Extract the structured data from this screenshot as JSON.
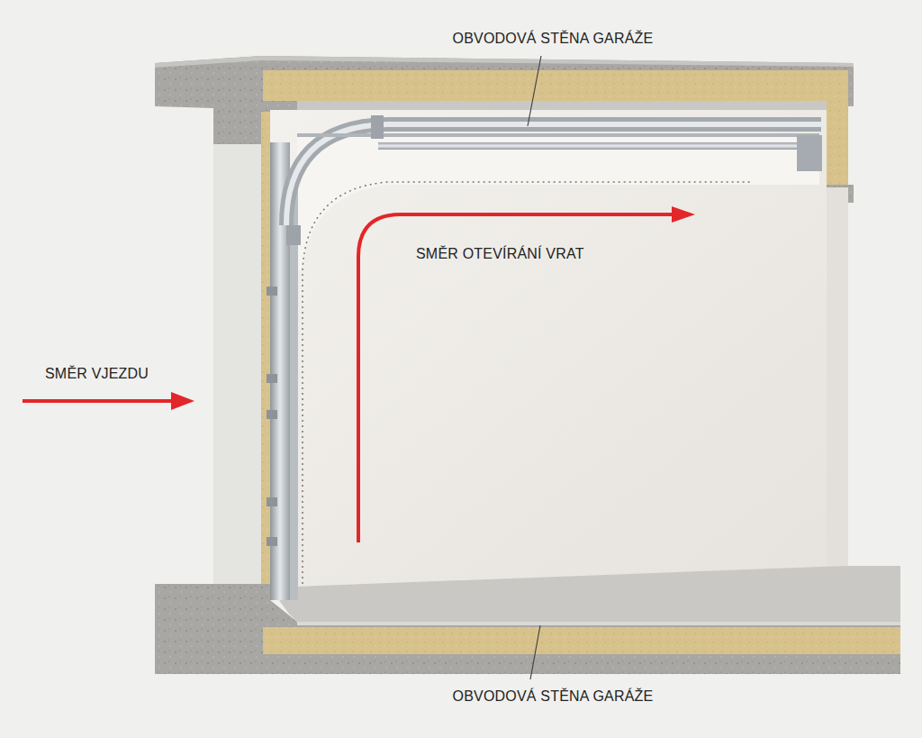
{
  "diagram": {
    "labels": [
      "OBVODOVÁ STĚNA GARÁŽE",
      "SMĚR OTEVÍRÁNÍ VRAT",
      "SMĚR VJEZDU",
      "OBVODOVÁ STĚNA GARÁŽE"
    ]
  }
}
